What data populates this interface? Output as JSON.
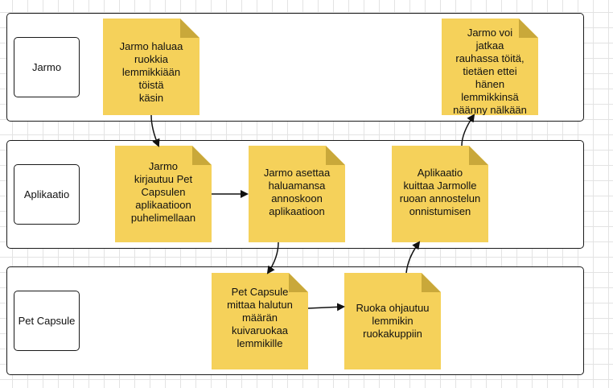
{
  "lanes": {
    "jarmo": "Jarmo",
    "app": "Aplikaatio",
    "capsule": "Pet Capsule"
  },
  "notes": {
    "n1": "Jarmo haluaa\nruokkia\nlemmikkiään töistä\nkäsin",
    "n2": "Jarmo voi\njatkaa\nrauhassa töitä,\ntietäen ettei hänen\nlemmikkinsä\nnäänny nälkään",
    "n3": "Jarmo\nkirjautuu Pet\nCapsulen\naplikaatioon\npuhelimellaan",
    "n4": "Jarmo asettaa\nhaluamansa\nannoskoon\naplikaatioon",
    "n5": "Aplikaatio\nkuittaa Jarmolle\nruoan annostelun\nonnistumisen",
    "n6": "Pet Capsule\nmittaa halutun\nmäärän\nkuivaruokaa\nlemmikille",
    "n7": "Ruoka ohjautuu\nlemmikin\nruokakuppiin"
  },
  "colors": {
    "note": "#f5d15a",
    "note_fold": "#c9a83a",
    "border": "#1a1a1a",
    "grid": "#e3e3e3"
  }
}
